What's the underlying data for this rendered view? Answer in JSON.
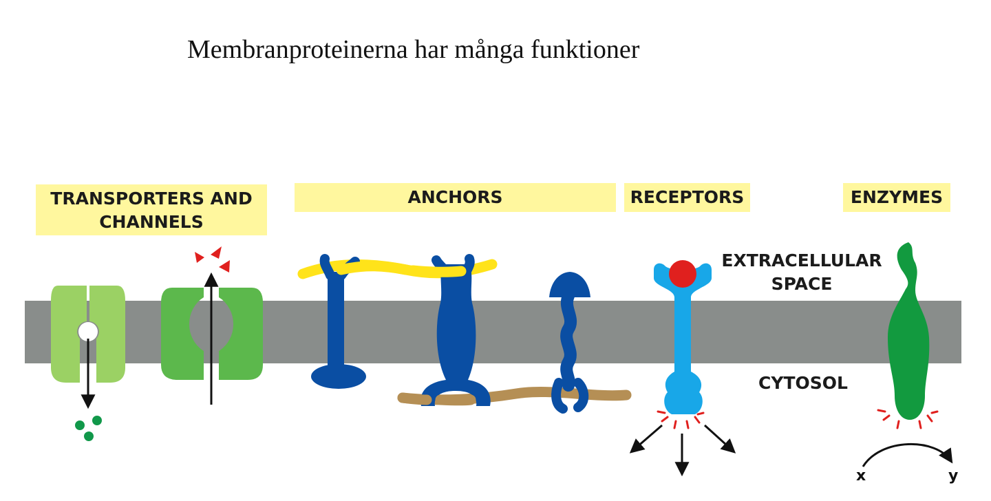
{
  "title": "Membranproteinerna har många funktioner",
  "categories": {
    "transporters": "TRANSPORTERS AND CHANNELS",
    "anchors": "ANCHORS",
    "receptors": "RECEPTORS",
    "enzymes": "ENZYMES"
  },
  "regions": {
    "extracellular": "EXTRACELLULAR SPACE",
    "cytosol": "CYTOSOL"
  },
  "enzyme_reaction": {
    "substrate": "x",
    "product": "y"
  },
  "colors": {
    "membrane": "#898d8b",
    "label_background": "#fff79e",
    "transporter_light_green": "#9bd164",
    "transporter_green": "#5cb84c",
    "anchor_blue": "#0a4ea3",
    "extracellular_fiber_yellow": "#ffe31a",
    "cytoskeleton_tan": "#b58f55",
    "receptor_blue": "#18a7e8",
    "ligand_red": "#e0201e",
    "enzyme_green": "#129a3f",
    "solute_green": "#11984a"
  }
}
